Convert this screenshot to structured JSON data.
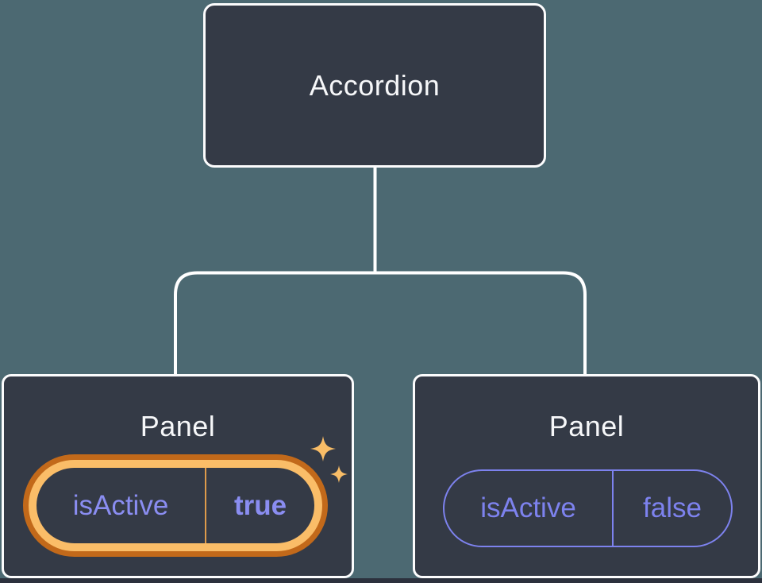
{
  "diagram": {
    "root_node": {
      "label": "Accordion"
    },
    "panels": [
      {
        "label": "Panel",
        "state_key": "isActive",
        "state_value": "true",
        "highlighted": true
      },
      {
        "label": "Panel",
        "state_key": "isActive",
        "state_value": "false",
        "highlighted": false
      }
    ]
  },
  "icons": {
    "sparkles": "sparkles-icon"
  },
  "colors": {
    "background": "#4C6972",
    "node_fill": "#343A46",
    "node_border": "#FCFCFD",
    "node_text": "#F6F7F9",
    "connector": "#FFFFFF",
    "state_text_active": "#8A8DF1",
    "state_text_inactive": "#7D82EE",
    "pill_border_inactive": "#7D82EE",
    "highlight_ring_outer": "#C2691A",
    "highlight_ring_inner": "#FABD68",
    "highlight_divider": "#DE9B4B",
    "sparkle": "#F9BD67",
    "bottom_strip": "#2C313D"
  }
}
